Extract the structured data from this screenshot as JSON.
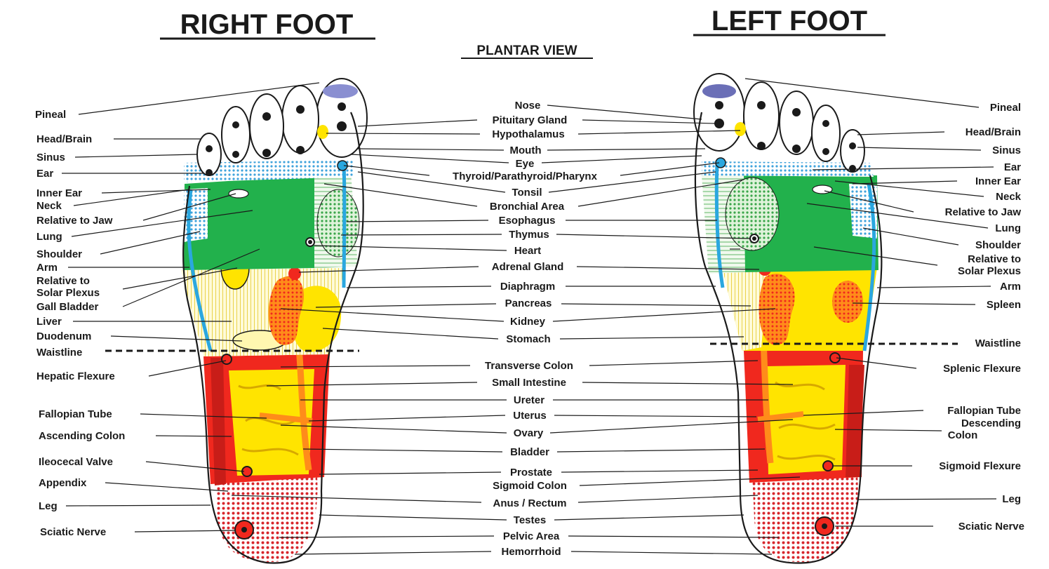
{
  "titles": {
    "right_foot": "RIGHT FOOT",
    "left_foot": "LEFT FOOT",
    "view": "PLANTAR VIEW"
  },
  "colors": {
    "green": "#22b14c",
    "yellow": "#ffe400",
    "orange": "#ff8c1a",
    "red": "#f0281e",
    "blue": "#2aa7df",
    "light_blue": "#cfe9f7",
    "pink": "#f4c0c0",
    "pale_yellow": "#fff7b0",
    "light_green": "#b9e6b0",
    "outline": "#1a1a1a"
  },
  "labels": {
    "right": [
      "Pineal",
      "Head/Brain",
      "Sinus",
      "Ear",
      "Inner Ear",
      "Neck",
      "Relative to Jaw",
      "Lung",
      "Shoulder",
      "Arm",
      "Relative to",
      "Solar Plexus",
      "Gall Bladder",
      "Liver",
      "Duodenum",
      "Waistline",
      "Hepatic Flexure",
      "Fallopian Tube",
      "Ascending Colon",
      "Ileocecal Valve",
      "Appendix",
      "Leg",
      "Sciatic Nerve"
    ],
    "center": [
      "Nose",
      "Pituitary Gland",
      "Hypothalamus",
      "Mouth",
      "Eye",
      "Thyroid/Parathyroid/Pharynx",
      "Tonsil",
      "Bronchial Area",
      "Esophagus",
      "Thymus",
      "Heart",
      "Adrenal Gland",
      "Diaphragm",
      "Pancreas",
      "Kidney",
      "Stomach",
      "Transverse Colon",
      "Small Intestine",
      "Ureter",
      "Uterus",
      "Ovary",
      "Bladder",
      "Prostate",
      "Sigmoid Colon",
      "Anus / Rectum",
      "Testes",
      "Pelvic Area",
      "Hemorrhoid"
    ],
    "left": [
      "Pineal",
      "Head/Brain",
      "Sinus",
      "Ear",
      "Inner Ear",
      "Neck",
      "Relative to Jaw",
      "Lung",
      "Shoulder",
      "Relative to",
      "Solar Plexus",
      "Arm",
      "Spleen",
      "Waistline",
      "Splenic Flexure",
      "Fallopian Tube",
      "Descending",
      "Colon",
      "Sigmoid Flexure",
      "Leg",
      "Sciatic Nerve"
    ]
  }
}
